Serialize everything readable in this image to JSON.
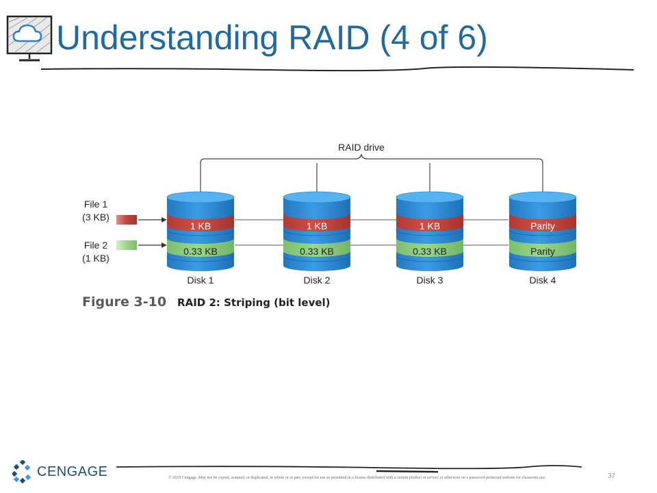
{
  "slide": {
    "title": "Understanding RAID (4 of 6)",
    "page_number": "37",
    "copyright": "© 2019 Cengage. May not be copied, scanned, or duplicated, in whole or in part, except for use as permitted in a license distributed with a certain product or service or otherwise on a password-protected website for classroom use.",
    "logo_text": "CENGAGE",
    "icon": "cloud-monitor-icon"
  },
  "figure": {
    "number": "Figure 3-10",
    "caption": "RAID 2: Striping (bit level)",
    "bracket_label": "RAID drive",
    "files": [
      {
        "line1": "File 1",
        "line2": "(3 KB)",
        "color": "#c0453c"
      },
      {
        "line1": "File 2",
        "line2": "(1 KB)",
        "color": "#8ccc7d"
      }
    ],
    "disks": [
      {
        "name": "Disk 1",
        "band1": "1 KB",
        "band2": "0.33 KB"
      },
      {
        "name": "Disk 2",
        "band1": "1 KB",
        "band2": "0.33 KB"
      },
      {
        "name": "Disk 3",
        "band1": "1 KB",
        "band2": "0.33 KB"
      },
      {
        "name": "Disk 4",
        "band1": "Parity",
        "band2": "Parity"
      }
    ],
    "colors": {
      "disk": "#2e8fd6",
      "disk_top": "#4fb0f0",
      "red_band": "#c0453c",
      "green_band": "#8ccc7d",
      "title": "#1f6aa0"
    }
  }
}
